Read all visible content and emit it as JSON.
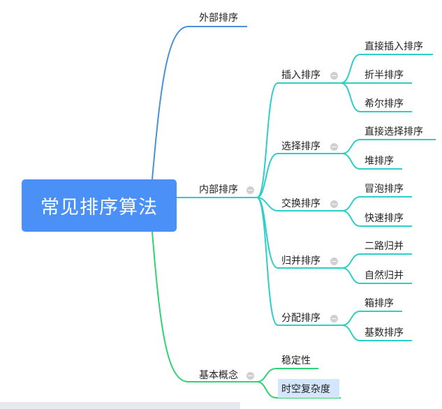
{
  "root": {
    "label": "常见排序算法"
  },
  "branches": {
    "external": {
      "label": "外部排序"
    },
    "internal": {
      "label": "内部排序",
      "groups": [
        {
          "label": "插入排序",
          "children": [
            "直接插入排序",
            "折半排序",
            "希尔排序"
          ]
        },
        {
          "label": "选择排序",
          "children": [
            "直接选择排序",
            "堆排序"
          ]
        },
        {
          "label": "交换排序",
          "children": [
            "冒泡排序",
            "快速排序"
          ]
        },
        {
          "label": "归并排序",
          "children": [
            "二路归并",
            "自然归并"
          ]
        },
        {
          "label": "分配排序",
          "children": [
            "箱排序",
            "基数排序"
          ]
        }
      ]
    },
    "basics": {
      "label": "基本概念",
      "children": [
        "稳定性",
        "时空复杂度"
      ]
    }
  },
  "colors": {
    "root": "#4a90f7",
    "external": "#4a90d9",
    "internal": "#2ccfc8",
    "basics": "#2fd374",
    "selected_bg": "#d4e6fb"
  }
}
